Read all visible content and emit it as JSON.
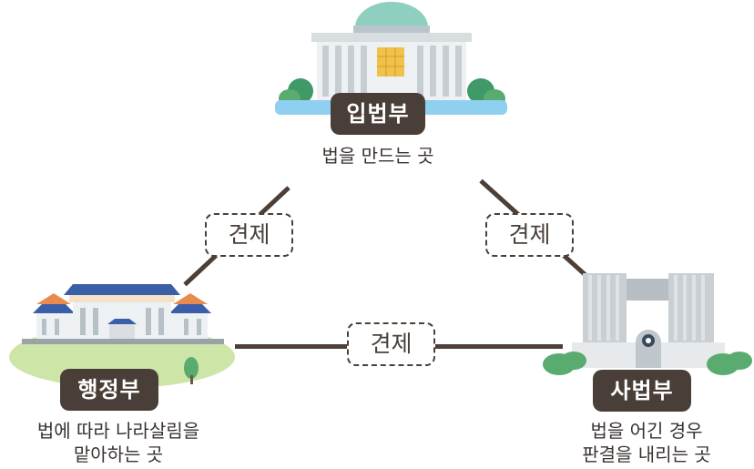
{
  "nodes": {
    "legislative": {
      "title": "입법부",
      "desc": "법을 만드는 곳"
    },
    "executive": {
      "title": "행정부",
      "desc_line1": "법에 따라 나라살림을",
      "desc_line2": "맡아하는 곳"
    },
    "judicial": {
      "title": "사법부",
      "desc_line1": "법을 어긴 경우",
      "desc_line2": "판결을 내리는 곳"
    }
  },
  "edges": {
    "left": "견제",
    "right": "견제",
    "bottom": "견제"
  },
  "colors": {
    "line": "#4b3f38",
    "badge": "#4a3f38",
    "dome": "#8ecfc0",
    "blue_roof": "#3b5ea8",
    "orange_roof": "#e98a4e",
    "lawn": "#cde6a7",
    "water": "#8fd0f0",
    "tree": "#5aab6f"
  }
}
